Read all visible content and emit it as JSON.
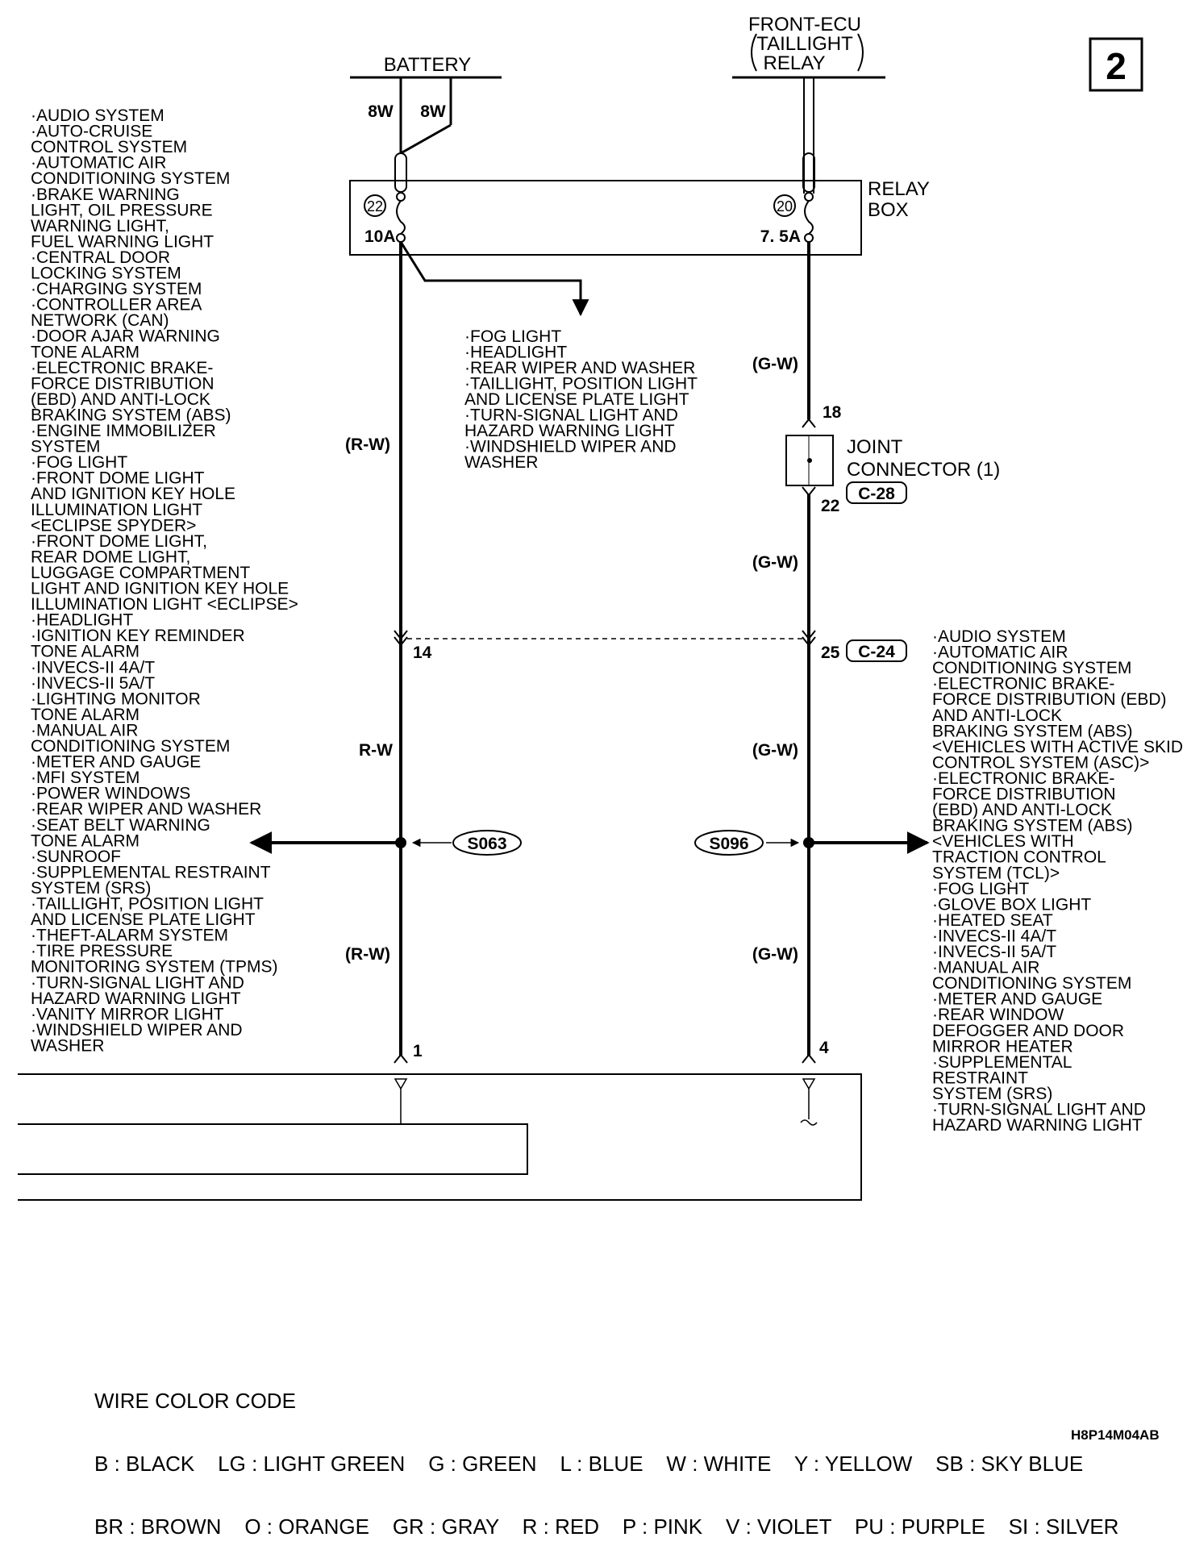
{
  "page_number": "2",
  "battery": {
    "label": "BATTERY",
    "wire_left": "8W",
    "wire_right": "8W"
  },
  "front_ecu": {
    "line1": "FRONT-ECU",
    "line2": "TAILLIGHT",
    "line3": "RELAY"
  },
  "relay_box": {
    "line1": "RELAY",
    "line2": "BOX"
  },
  "fuse_left": {
    "number": "22",
    "rating": "10A"
  },
  "fuse_right": {
    "number": "20",
    "rating": "7. 5A"
  },
  "fuse_left_branch_items": [
    "·FOG LIGHT",
    "·HEADLIGHT",
    "·REAR WIPER AND WASHER",
    "·TAILLIGHT, POSITION LIGHT",
    " AND LICENSE PLATE LIGHT",
    "·TURN-SIGNAL LIGHT AND",
    " HAZARD WARNING LIGHT",
    "·WINDSHIELD WIPER AND",
    " WASHER"
  ],
  "left_systems": [
    "·AUDIO SYSTEM",
    "·AUTO-CRUISE",
    " CONTROL SYSTEM",
    "·AUTOMATIC AIR",
    " CONDITIONING SYSTEM",
    "·BRAKE WARNING",
    " LIGHT, OIL PRESSURE",
    " WARNING LIGHT,",
    " FUEL WARNING LIGHT",
    "·CENTRAL DOOR",
    " LOCKING SYSTEM",
    "·CHARGING SYSTEM",
    "·CONTROLLER AREA",
    " NETWORK (CAN)",
    "·DOOR AJAR WARNING",
    " TONE ALARM",
    "·ELECTRONIC BRAKE-",
    " FORCE DISTRIBUTION",
    " (EBD) AND ANTI-LOCK",
    " BRAKING SYSTEM (ABS)",
    "·ENGINE IMMOBILIZER",
    " SYSTEM",
    "·FOG LIGHT",
    "·FRONT DOME LIGHT",
    " AND IGNITION KEY HOLE",
    " ILLUMINATION LIGHT",
    " <ECLIPSE SPYDER>",
    "·FRONT DOME LIGHT,",
    " REAR DOME LIGHT,",
    " LUGGAGE COMPARTMENT",
    " LIGHT AND IGNITION KEY HOLE",
    " ILLUMINATION LIGHT <ECLIPSE>",
    "·HEADLIGHT",
    "·IGNITION KEY REMINDER",
    " TONE ALARM",
    "·INVECS-II 4A/T",
    "·INVECS-II 5A/T",
    "·LIGHTING MONITOR",
    " TONE ALARM",
    "·MANUAL AIR",
    " CONDITIONING SYSTEM",
    "·METER AND GAUGE",
    "·MFI SYSTEM",
    "·POWER WINDOWS",
    "·REAR WIPER AND WASHER",
    "·SEAT BELT WARNING",
    " TONE ALARM",
    "·SUNROOF",
    "·SUPPLEMENTAL RESTRAINT",
    " SYSTEM (SRS)",
    "·TAILLIGHT, POSITION LIGHT",
    " AND LICENSE PLATE LIGHT",
    "·THEFT-ALARM SYSTEM",
    "·TIRE PRESSURE",
    " MONITORING SYSTEM (TPMS)",
    "·TURN-SIGNAL LIGHT AND",
    " HAZARD WARNING LIGHT",
    "·VANITY MIRROR LIGHT",
    "·WINDSHIELD WIPER AND",
    " WASHER"
  ],
  "right_systems": [
    "·AUDIO SYSTEM",
    "·AUTOMATIC AIR",
    " CONDITIONING SYSTEM",
    "·ELECTRONIC BRAKE-",
    " FORCE DISTRIBUTION (EBD)",
    " AND ANTI-LOCK",
    " BRAKING SYSTEM (ABS)",
    " <VEHICLES WITH ACTIVE SKID",
    " CONTROL SYSTEM (ASC)>",
    "·ELECTRONIC BRAKE-",
    " FORCE DISTRIBUTION",
    " (EBD) AND ANTI-LOCK",
    " BRAKING SYSTEM (ABS)",
    " <VEHICLES WITH",
    " TRACTION CONTROL",
    " SYSTEM (TCL)>",
    "·FOG LIGHT",
    "·GLOVE BOX LIGHT",
    "·HEATED SEAT",
    "·INVECS-II 4A/T",
    "·INVECS-II 5A/T",
    "·MANUAL AIR",
    " CONDITIONING SYSTEM",
    "·METER AND GAUGE",
    "·REAR WINDOW",
    " DEFOGGER AND DOOR",
    " MIRROR HEATER",
    "·SUPPLEMENTAL",
    " RESTRAINT",
    " SYSTEM (SRS)",
    "·TURN-SIGNAL LIGHT AND",
    " HAZARD WARNING LIGHT"
  ],
  "joint_connector": {
    "line1": "JOINT",
    "line2": "CONNECTOR (1)",
    "id": "C-28",
    "pin_in": "18",
    "pin_out": "22"
  },
  "connector_c24": {
    "id": "C-24",
    "pin_left": "14",
    "pin_right": "25"
  },
  "splices": {
    "left": "S063",
    "right": "S096"
  },
  "wire_labels": {
    "left_1": "(R-W)",
    "left_2": "R-W",
    "left_3": "(R-W)",
    "right_1": "(G-W)",
    "right_2": "(G-W)",
    "right_3": "(G-W)",
    "right_4": "(G-W)"
  },
  "bottom_pins": {
    "left": "1",
    "right": "4"
  },
  "wire_color_code": {
    "title": "WIRE COLOR CODE",
    "row1": "B : BLACK    LG : LIGHT GREEN    G : GREEN    L : BLUE    W : WHITE    Y : YELLOW    SB : SKY BLUE",
    "row2": "BR : BROWN    O : ORANGE    GR : GRAY    R : RED    P : PINK    V : VIOLET    PU : PURPLE    SI : SILVER"
  },
  "diagram_code": "H8P14M04AB"
}
